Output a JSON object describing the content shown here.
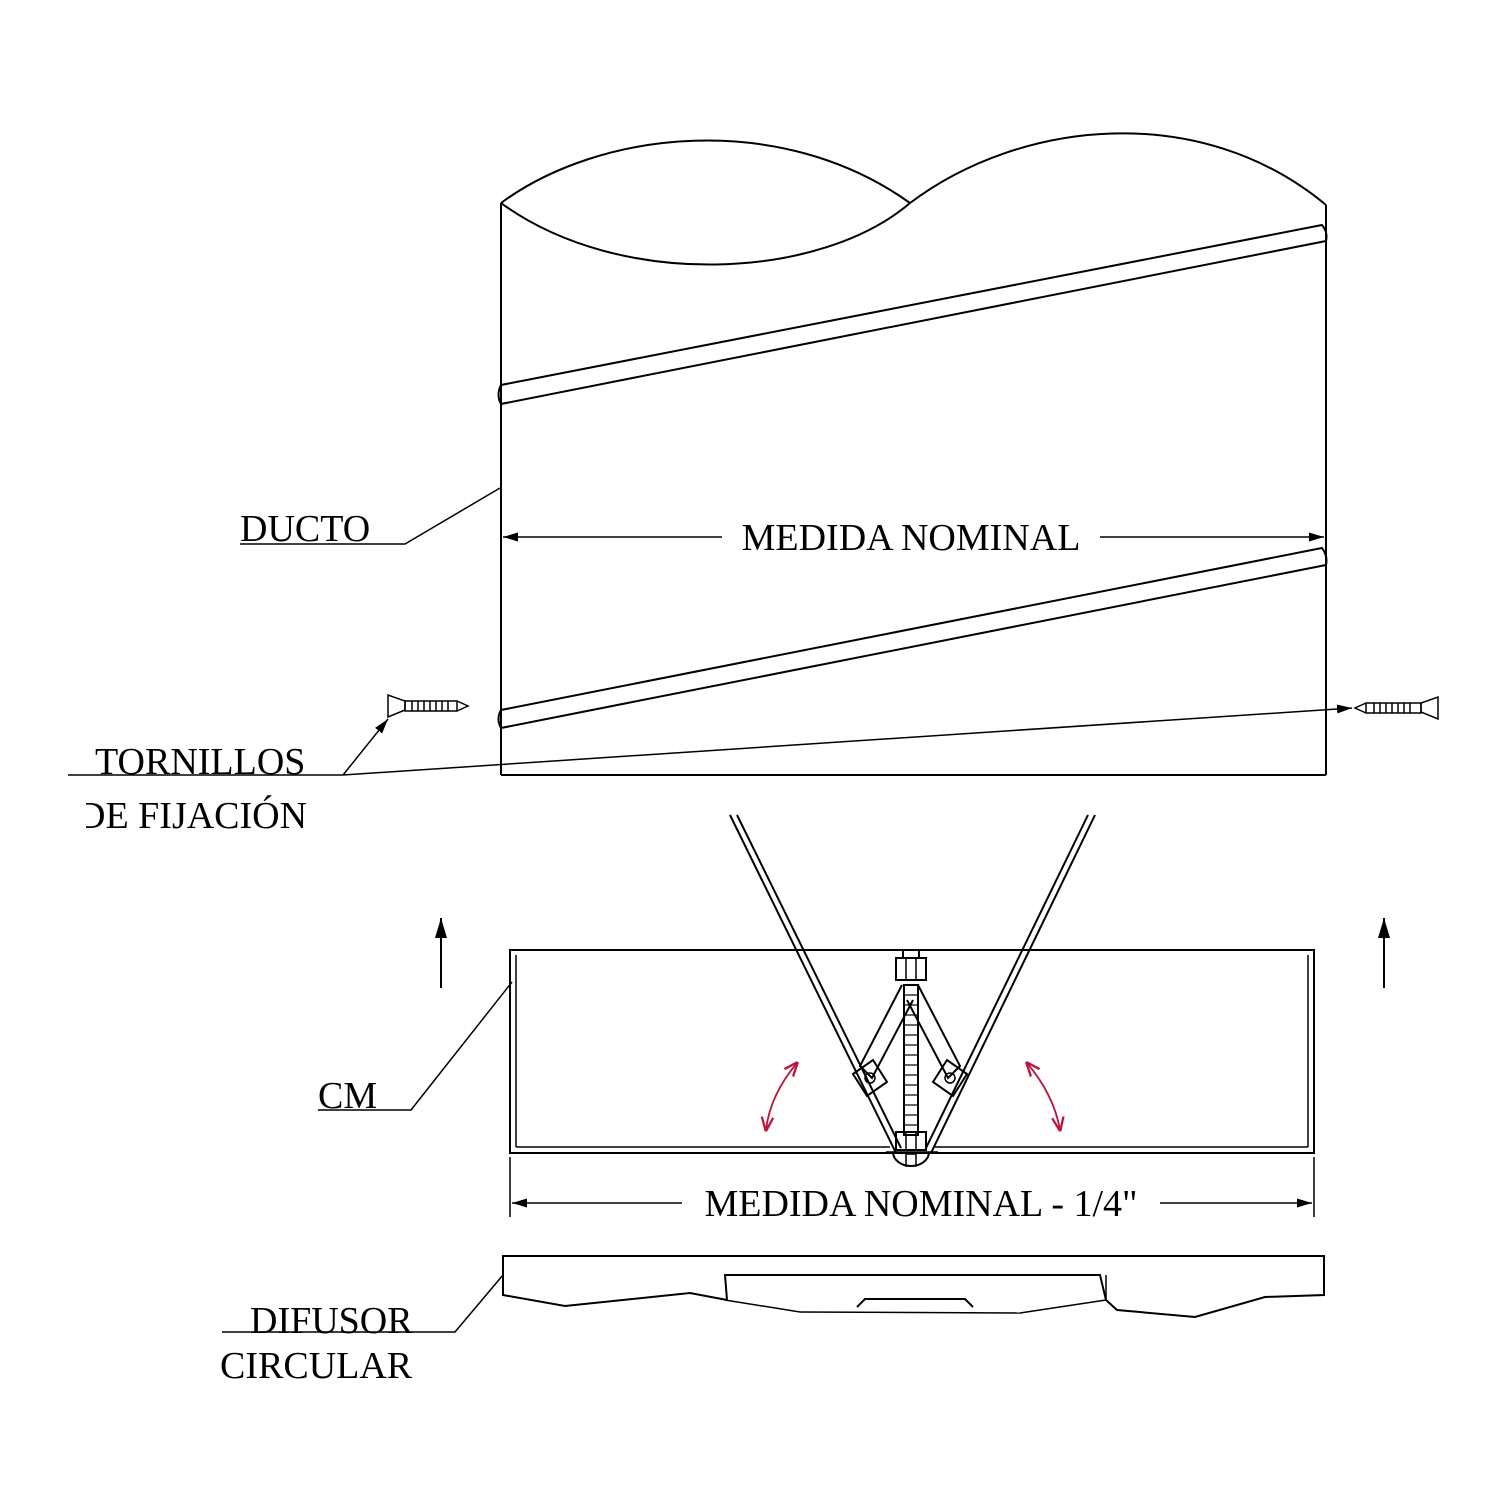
{
  "labels": {
    "ducto": "DUCTO",
    "medida_nominal": "MEDIDA NOMINAL",
    "tornillos": "TORNILLOS",
    "de_fijacion": "DE FIJACIÓN",
    "cm": "CM",
    "medida_nominal_menos": "MEDIDA NOMINAL - 1/4\"",
    "difusor": "DIFUSOR",
    "circular": "CIRCULAR"
  },
  "colors": {
    "line": "#000000",
    "rotation_arrows": "#c0143c",
    "background": "#ffffff"
  }
}
